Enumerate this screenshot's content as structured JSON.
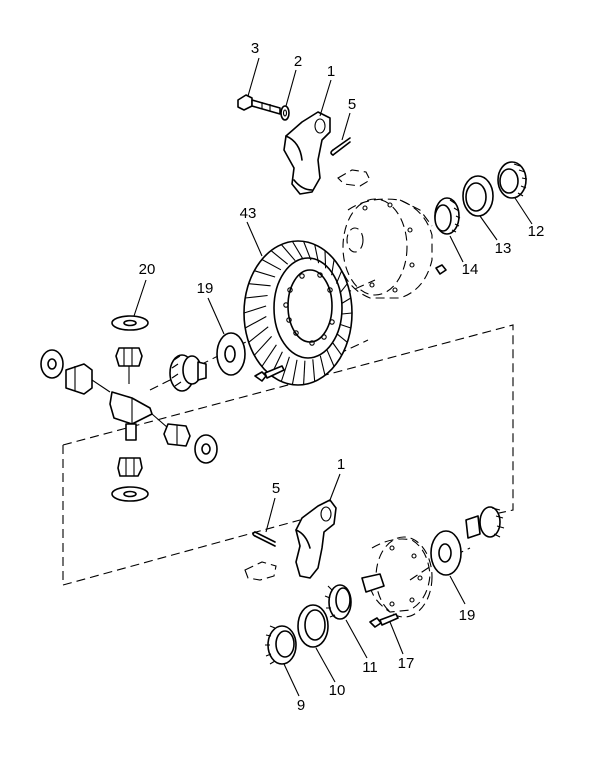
{
  "callouts": {
    "c3": "3",
    "c2": "2",
    "c1_top": "1",
    "c5_top": "5",
    "c43": "43",
    "c14": "14",
    "c13": "13",
    "c12": "12",
    "c20": "20",
    "c19_left": "19",
    "c1_bottom": "1",
    "c5_bottom": "5",
    "c19_right": "19",
    "c17": "17",
    "c11": "11",
    "c10": "10",
    "c9": "9"
  }
}
